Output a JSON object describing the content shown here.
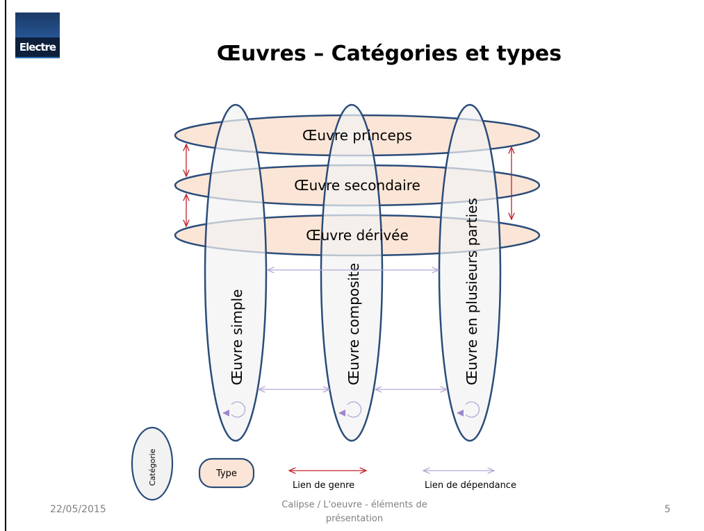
{
  "slide": {
    "title": "Œuvres – Catégories et types",
    "logo": "Electre"
  },
  "types": [
    {
      "label": "Œuvre princeps"
    },
    {
      "label": "Œuvre secondaire"
    },
    {
      "label": "Œuvre dérivée"
    }
  ],
  "categories": [
    {
      "label": "Œuvre simple"
    },
    {
      "label": "Œuvre composite"
    },
    {
      "label": "Œuvre en plusieurs parties"
    }
  ],
  "legend": {
    "category_label": "Catégorie",
    "type_label": "Type",
    "genre_link_label": "Lien de genre",
    "dependance_link_label": "Lien de dépendance"
  },
  "footer": {
    "date": "22/05/2015",
    "center": "Calipse / L'oeuvre - éléments de présentation",
    "page": "5"
  },
  "colors": {
    "ellipse_stroke": "#2a4c7a",
    "type_fill": "#fbe5d6",
    "category_fill": "#f2f2f2",
    "genre_link": "#c0212c",
    "dependance_link": "#b4a7d6"
  }
}
